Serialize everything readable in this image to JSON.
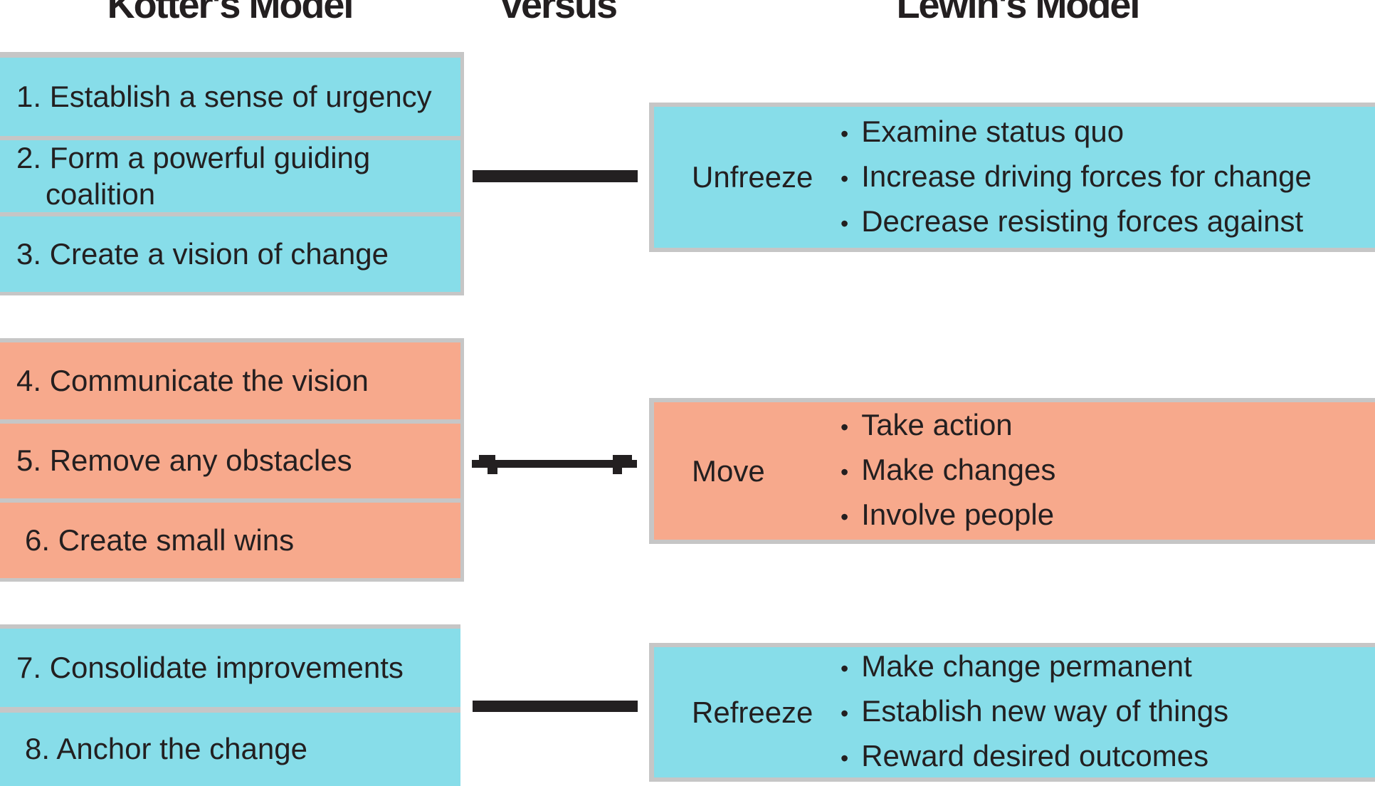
{
  "headers": {
    "left": "Kotter's Model",
    "middle": "versus",
    "right": "Lewin's Model"
  },
  "kotter_steps": [
    {
      "label": "1. Establish a sense of urgency"
    },
    {
      "label": "2. Form a powerful guiding coalition"
    },
    {
      "label": "3. Create a vision of change"
    },
    {
      "label": "4. Communicate the vision"
    },
    {
      "label": "5. Remove any obstacles"
    },
    {
      "label": "6. Create small wins"
    },
    {
      "label": "7. Consolidate improvements"
    },
    {
      "label": "8. Anchor the change"
    }
  ],
  "lewin_stages": [
    {
      "label": "Unfreeze",
      "bullets": [
        "Examine status quo",
        "Increase driving forces for change",
        "Decrease resisting forces against"
      ]
    },
    {
      "label": "Move",
      "bullets": [
        "Take action",
        "Make changes",
        "Involve people"
      ]
    },
    {
      "label": "Refreeze",
      "bullets": [
        "Make change permanent",
        "Establish new way of things",
        "Reward desired outcomes"
      ]
    }
  ],
  "glyphs": {
    "bullet": "•"
  },
  "colors": {
    "blue": "#87DDE9",
    "salmon": "#F7A98C",
    "gray": "#C6C6C6",
    "ink": "#231F20"
  }
}
